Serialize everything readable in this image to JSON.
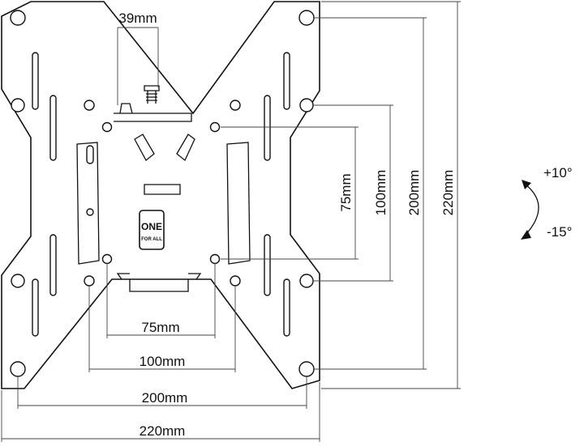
{
  "dimensions": {
    "top_offset": "39mm",
    "horizontal": [
      "75mm",
      "100mm",
      "200mm",
      "220mm"
    ],
    "vertical": [
      "75mm",
      "100mm",
      "200mm",
      "220mm"
    ]
  },
  "tilt": {
    "up": "+10°",
    "down": "-15°"
  },
  "logo": {
    "line1": "ONE",
    "line2": "FOR ALL"
  },
  "colors": {
    "line": "#111111",
    "dimension_line": "#444444",
    "background": "#ffffff"
  }
}
